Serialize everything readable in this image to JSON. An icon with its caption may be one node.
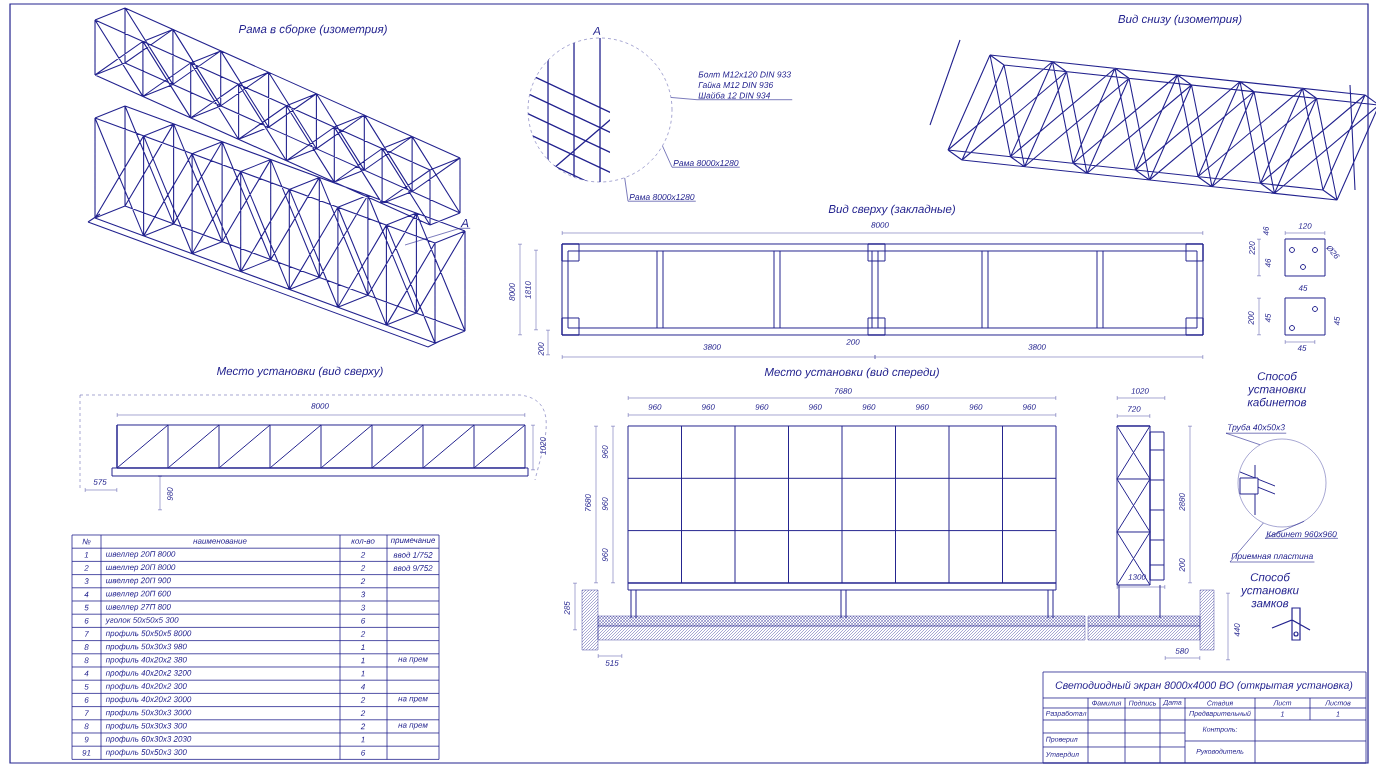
{
  "diagram": {
    "nodes": [
      {
        "text": [
          "A"
        ]
      },
      {
        "text": [
          "Болт М12х120 DIN 933",
          "Гайка М12 DIN 936",
          "Шайба 12 DIN 934"
        ]
      },
      {
        "text": [
          "Рама 8000х1280"
        ]
      },
      {
        "text": [
          "Рама 8000х1280"
        ]
      },
      {
        "text": [
          "Труба 40х50х3"
        ]
      },
      {
        "text": [
          "Кабинет 960х960"
        ]
      },
      {
        "text": [
          "Приемная пластина"
        ]
      },
      {
        "text": [],
        "shape": "circle",
        "beside": [
          "A"
        ]
      },
      {
        "text": [],
        "shape": "circle"
      }
    ],
    "edges": [
      {
        "from": 0,
        "to": null,
        "arrow": "none"
      },
      {
        "from": 1,
        "to": 7,
        "arrow": "none"
      },
      {
        "from": 2,
        "to": 7,
        "arrow": "none"
      },
      {
        "from": 3,
        "to": 7,
        "arrow": "none"
      },
      {
        "from": 4,
        "to": 8,
        "arrow": "none"
      },
      {
        "from": 5,
        "to": 8,
        "arrow": "none"
      },
      {
        "from": 6,
        "to": 8,
        "arrow": "none"
      }
    ],
    "labels": [
      "Рама в сборке (изометрия)",
      "Вид снизу (изометрия)",
      "Вид сверху (закладные)",
      "8000",
      "8000",
      "1810",
      "200",
      "3800",
      "200",
      "3800",
      "Место установки (вид сверху)",
      "Место установки (вид спереди)",
      "8000",
      "1020",
      "575",
      "980",
      "7680",
      "960",
      "960",
      "960",
      "960",
      "960",
      "960",
      "960",
      "960",
      "960",
      "7680",
      "960",
      "960",
      "285",
      "515",
      "1020",
      "720",
      "2880",
      "200",
      "1300",
      "580",
      "440",
      "Способ установки кабинетов",
      "Способ установки замков",
      "46",
      "120",
      "220",
      "46",
      "Ø26",
      "45",
      "200",
      "45",
      "45",
      "45",
      "№",
      "наименование",
      "кол-во",
      "примечание",
      "1",
      "швеллер 20П 8000",
      "2",
      "ввод 1/752",
      "2",
      "швеллер 20П 8000",
      "2",
      "ввод 9/752",
      "3",
      "швеллер 20П 900",
      "2",
      "4",
      "швеллер 20П 600",
      "3",
      "5",
      "швеллер 27П 800",
      "3",
      "6",
      "уголок 50х50х5 300",
      "6",
      "7",
      "профиль 50х50х5 8000",
      "2",
      "8",
      "профиль 50х30х3 980",
      "1",
      "8",
      "профиль 40х20х2 380",
      "1",
      "на прем",
      "4",
      "профиль 40х20х2 3200",
      "1",
      "5",
      "профиль 40х20х2 300",
      "4",
      "6",
      "профиль 40х20х2 3000",
      "2",
      "на прем",
      "7",
      "профиль 50х30х3 3000",
      "2",
      "8",
      "профиль 50х30х3 300",
      "2",
      "на прем",
      "9",
      "профиль 60х30х3 2030",
      "1",
      "91",
      "профиль 50х50х3 300",
      "6",
      "Светодиодный экран 8000х4000 ВО (открытая установка)",
      "Фамилия",
      "Подпись",
      "Дата",
      "Стадия",
      "Лист",
      "Листов",
      "Разработал",
      "Предварительный",
      "1",
      "1",
      "Контроль:",
      "Проверил",
      "Утвердил",
      "Руководитель"
    ]
  }
}
